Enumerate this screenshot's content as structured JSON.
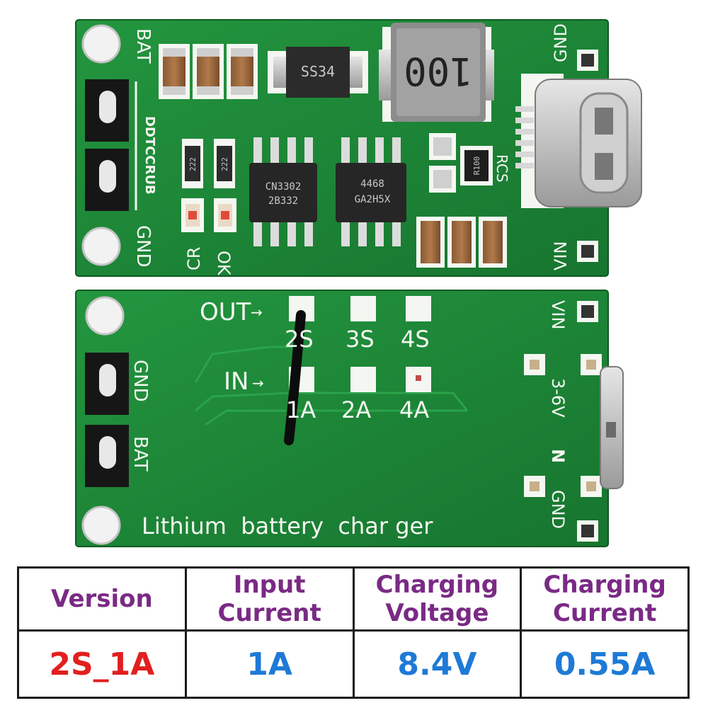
{
  "top_board": {
    "labels": {
      "bat": "BAT",
      "gnd_left": "GND",
      "brand": "DDTCCRUB",
      "gnd_right": "GND",
      "vin": "VIN",
      "cr": "CR",
      "ok": "OK",
      "rcs": "RCS"
    },
    "chips": {
      "diode": "SS34",
      "inductor": "100",
      "ic1_line1": "CN3302",
      "ic1_line2": "2B332",
      "ic2_line1": "4468",
      "ic2_line2": "GA2H5X",
      "resistor_rcs": "R100",
      "res1": "222",
      "res2": "222"
    }
  },
  "bottom_board": {
    "labels": {
      "out": "OUT",
      "in": "IN",
      "v2s": "2S",
      "v3s": "3S",
      "v4s": "4S",
      "a1": "1A",
      "a2": "2A",
      "a4": "4A",
      "gnd_left": "GND",
      "bat": "BAT",
      "vin": "VIN",
      "range": "3-6V",
      "n": "N",
      "gnd_right": "GND",
      "footer": "Lithium  battery  char ger"
    }
  },
  "spec_table": {
    "headers": [
      "Version",
      "Input Current",
      "Charging Voltage",
      "Charging Current"
    ],
    "values": [
      "2S_1A",
      "1A",
      "8.4V",
      "0.55A"
    ]
  },
  "colors": {
    "pcb_green": "#1f8a3a",
    "header_purple": "#7a2a85",
    "version_red": "#e21f1f",
    "value_blue": "#1e7ad6"
  }
}
